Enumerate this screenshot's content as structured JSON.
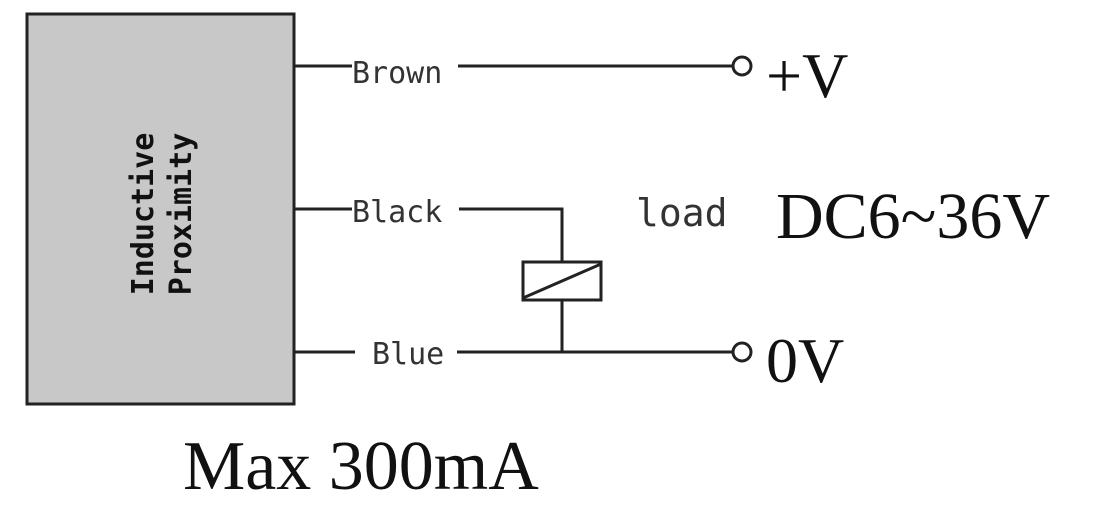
{
  "sensor": {
    "line1": "Inductive",
    "line2": "Proximity",
    "fill": "#c8c8c8"
  },
  "wires": {
    "brown": "Brown",
    "black": "Black",
    "blue": "Blue"
  },
  "terminals": {
    "positive": "+V",
    "zero": "0V"
  },
  "load_label": "load",
  "supply_label": "DC6~36V",
  "current_label": "Max 300mA"
}
